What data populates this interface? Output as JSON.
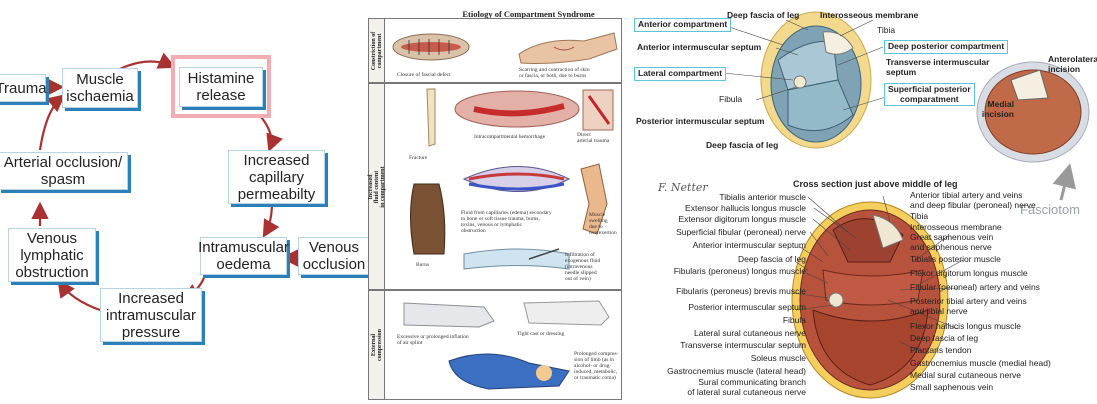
{
  "flowchart": {
    "boxes": {
      "trauma": "Trauma",
      "muscle_ischaemia": "Muscle\nischaemia",
      "histamine_release": "Histamine\nrelease",
      "increased_capillary_permeability": "Increased\ncapillary\npermeabilty",
      "intramuscular_oedema": "Intramuscular\noedema",
      "venous_occlusion": "Venous\nocclusion",
      "increased_intramuscular_pressure": "Increased\nintramuscular\npressure",
      "venous_lymphatic_obstruction": "Venous\nlymphatic\nobstruction",
      "arterial_occlusion_spasm": "Arterial occlusion/\nspasm"
    },
    "colors": {
      "arrow": "#a83232",
      "box_shadow": "#2d7fb8",
      "highlight": "#f0aeb3"
    }
  },
  "etiology": {
    "title": "Etiology of Compartment Syndrome",
    "sections": {
      "constriction": "Constriction of\ncompartment",
      "increased_fluid": "Increased\nfluid content\nin compartment",
      "external": "External\ncompression"
    },
    "captions": {
      "closure": "Closure of fascial defect",
      "scarring": "Scarring and contraction of skin\nor fascia, or both, due to burns",
      "hemorrhage": "Intracompartmental hemorrhage",
      "direct_trauma": "Direct\narterial trauma",
      "fracture": "Fracture",
      "fluid": "Fluid from capillaries (edema) secondary\nto bone or soft tissue trauma, burns,\ntoxins, venous or lymphatic\nobstruction",
      "muscle_swelling": "Muscle\nswelling\ndue to\noverexertion",
      "burns": "Burns",
      "infiltration": "Infiltration of\nexogenous fluid\n(intravenous\nneedle slipped\nout of vein)",
      "air_splint": "Excessive or prolonged inflation\nof air splint",
      "tight_cast": "Tight cast or dressing",
      "prolonged": "Prolonged compres-\nsion of limb (as in\nalcohol- or drug-\ninduced, metabolic,\nor traumatic coma)"
    }
  },
  "cross_section_top": {
    "anterior_compartment": "Anterior compartment",
    "deep_fascia": "Deep fascia of leg",
    "interosseous_membrane": "Interosseous membrane",
    "tibia": "Tibia",
    "anterior_intermuscular_septum": "Anterior intermuscular septum",
    "deep_posterior_compartment": "Deep posterior compartment",
    "transverse_intermuscular_septum": "Transverse intermuscular\nseptum",
    "lateral_compartment": "Lateral compartment",
    "superficial_posterior_compartment": "Superficial posterior\ncomparatment",
    "fibula": "Fibula",
    "posterior_intermuscular_septum": "Posterior intermuscular septum",
    "deep_fascia_bottom": "Deep fascia of leg"
  },
  "fasciotomy": {
    "anterolateral_incision": "Anterolateral\nincision",
    "medial_incision": "Medial\nincision",
    "label": "Fasciotom"
  },
  "cross_section_bottom": {
    "title": "Cross section just above middle of leg",
    "signature": "F. Netter",
    "left_labels": [
      "Tibialis anterior muscle",
      "Extensor hallucis longus muscle",
      "Extensor digitorum longus muscle",
      "Superficial fibular (peroneal) nerve",
      "Anterior intermuscular septum",
      "Deep fascia of leg",
      "Fibularis (peroneus) longus muscle",
      "Fibularis (peroneus) brevis muscle",
      "Posterior intermuscular septum",
      "Fibula",
      "Lateral sural cutaneous nerve",
      "Transverse intermuscular septum",
      "Soleus muscle",
      "Gastrocnemius muscle (lateral head)",
      "Sural communicating branch\nof lateral sural cutaneous nerve"
    ],
    "right_labels": [
      "Anterior tibial artery and veins\nand deep fibular (peroneal) nerve",
      "Tibia",
      "Interosseous membrane",
      "Great saphenous vein\nand saphenous nerve",
      "Tibialis posterior muscle",
      "Flexor digitorum longus muscle",
      "Fibular (peroneal) artery and veins",
      "Posterior tibial artery and veins\nand tibial nerve",
      "Flexor hallucis longus muscle",
      "Deep fascia of leg",
      "Plantaris tendon",
      "Gastrocnemius muscle (medial head)",
      "Medial sural cutaneous nerve",
      "Small saphenous vein"
    ]
  }
}
